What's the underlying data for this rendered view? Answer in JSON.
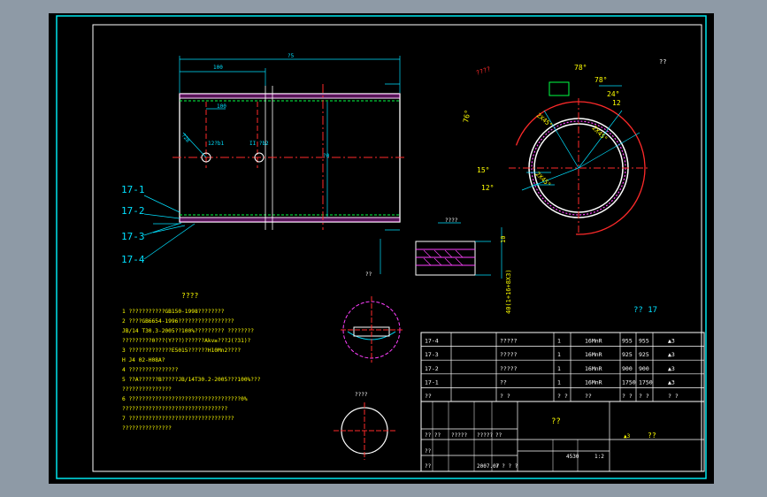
{
  "colors": {
    "frame": "#00e5ee",
    "part": "#ffffff",
    "center": "#ff2a2a",
    "dim": "#00e0ff",
    "note": "#ffff00",
    "hatch": "#ff40ff",
    "green": "#00ff44",
    "screen": "#8e9aa6"
  },
  "main_view": {
    "dim_total": "?5",
    "dim_a": "100",
    "dim_b": "100",
    "dim_height": "?0",
    "hole_labels": [
      "12?b1",
      "II ?b2"
    ],
    "hole_dim": "?28",
    "callouts": [
      "17-1",
      "17-2",
      "17-3",
      "17-4"
    ]
  },
  "section_view": {
    "top_label": "????",
    "angles": [
      "78°",
      "76°",
      "24°",
      "12",
      "15°",
      "12°",
      "78°"
    ],
    "notes": [
      "2X45°",
      "2X45°",
      "2X45°"
    ],
    "corner_label": "??"
  },
  "detail_view": {
    "title": "????",
    "dims": [
      "10",
      "40(1+16+8X3)"
    ]
  },
  "small_views": {
    "view1_title": "??",
    "view2_title": "????"
  },
  "tech_req": {
    "title": "????",
    "lines": [
      "1  ???????????GB150-1998????????",
      "2  ????GB6654-1996?????????????????",
      "   JB/14 T30.3-2005??100%????????? ????????",
      "   ?????????0???(Y???)??????Akv≥???J(?31)?",
      "3  ?????????????E5015??????H10Mn2????",
      "   H J4 02-H08A?",
      "4  ???????????????",
      "5  ??A??????B?????JB/14T30.2-2005???100%???",
      "   ???????????????",
      "6  ??????????????????????????????????0%",
      "   ????????????????????????????????",
      "7  ????????????????????????????????",
      "   ???????????????"
    ]
  },
  "ref_label": "?? 17",
  "parts_table": {
    "rows": [
      {
        "id": "17-4",
        "name": "?????",
        "qty": "1",
        "mat": "16MnR",
        "w1": "955",
        "w2": "955",
        "note": "▲3"
      },
      {
        "id": "17-3",
        "name": "?????",
        "qty": "1",
        "mat": "16MnR",
        "w1": "925",
        "w2": "925",
        "note": "▲3"
      },
      {
        "id": "17-2",
        "name": "?????",
        "qty": "1",
        "mat": "16MnR",
        "w1": "900",
        "w2": "900",
        "note": "▲3"
      },
      {
        "id": "17-1",
        "name": "??",
        "qty": "1",
        "mat": "16MnR",
        "w1": "1750",
        "w2": "1750",
        "note": "▲3"
      }
    ],
    "header": [
      "??",
      "?   ?",
      "?   ?",
      "??",
      "?   ?",
      "?   ?",
      "?   ?"
    ]
  },
  "title_block": {
    "drawing_name": "??",
    "code": "??",
    "cells": [
      "?? ??",
      "?????",
      "?????",
      "??",
      "??",
      "??",
      "2007.07",
      "? ? ? ?",
      "4530",
      "1:2"
    ],
    "tag": "▲3"
  }
}
